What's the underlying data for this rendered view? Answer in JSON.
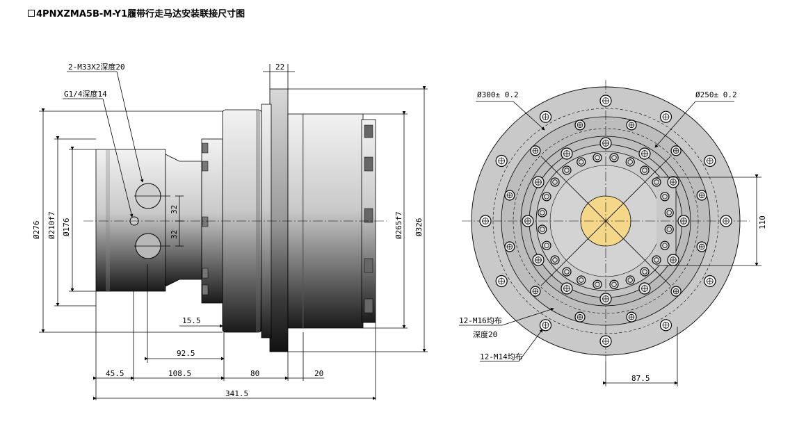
{
  "title": {
    "box_symbol": "□",
    "text": "4PNXZMA5B-M-Y1履带行走马达安装联接尺寸图"
  },
  "side_view": {
    "leaders": {
      "port_thread": "2-M33X2深度20",
      "port_g14": "G1/4深度14"
    },
    "vertical_dims": {
      "d276": "Ø276",
      "d210": "Ø210f7",
      "d176": "Ø176",
      "d265": "Ø265f7",
      "d326": "Ø326"
    },
    "port_spacing": [
      "32",
      "32"
    ],
    "flange_width": "22",
    "horizontal_dims": {
      "d15_5": "15.5",
      "d92_5": "92.5",
      "d45_5": "45.5",
      "d108_5": "108.5",
      "d80": "80",
      "d20": "20",
      "d341_5": "341.5"
    }
  },
  "front_view": {
    "leaders": {
      "d300": "Ø300± 0.2",
      "d250": "Ø250± 0.2",
      "m16": "12-M16均布",
      "m16_depth": "深度20",
      "m14": "12-M14均布"
    },
    "dims": {
      "d110": "110",
      "d87_5": "87.5"
    },
    "hub_color": "#f5d78a"
  },
  "colors": {
    "metal_light": "#dcdcdc",
    "metal_mid": "#a8a8a8",
    "metal_dark": "#2a2a2a",
    "face_gray": "#c8c8c8"
  }
}
